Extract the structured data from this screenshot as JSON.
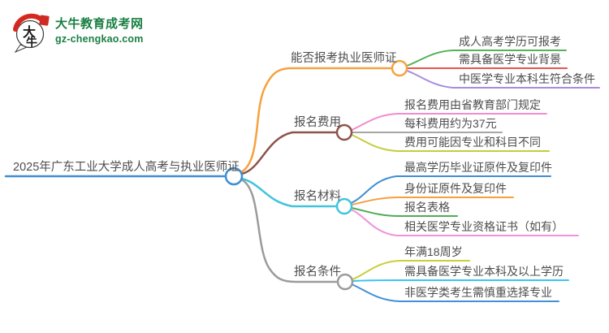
{
  "logo": {
    "title": "大牛教育成考网",
    "domain": "gz-chengkao.com",
    "brand_color": "#1a7f43",
    "icon_char_top": "大",
    "icon_char_bottom": "牛",
    "icon_arc_color": "#d6281e",
    "icon_seal_color": "#cf2b24"
  },
  "root": {
    "label": "2025年广东工业大学成人高考与执业医师证",
    "color": "#3f8fd2"
  },
  "branches": [
    {
      "label": "能否报考执业医师证",
      "color": "#f6a23d",
      "children": [
        {
          "label": "成人高考学历可报考",
          "color": "#55b259"
        },
        {
          "label": "需具备医学专业背景",
          "color": "#e85452"
        },
        {
          "label": "中医学专业本科生符合条件",
          "color": "#a98ddc"
        }
      ]
    },
    {
      "label": "报名费用",
      "color": "#8d544b",
      "children": [
        {
          "label": "报名费用由省教育部门规定",
          "color": "#f28ccd"
        },
        {
          "label": "每科费用约为37元",
          "color": "#a6a6a6"
        },
        {
          "label": "费用可能因专业和科目不同",
          "color": "#c6cc3b"
        }
      ]
    },
    {
      "label": "报名材料",
      "color": "#41c4dc",
      "children": [
        {
          "label": "最高学历毕业证原件及复印件",
          "color": "#3f8ed3"
        },
        {
          "label": "身份证原件及复印件",
          "color": "#f89e3e"
        },
        {
          "label": "报名表格",
          "color": "#4ead52"
        },
        {
          "label": "相关医学专业资格证书（如有）",
          "color": "#ef93da"
        }
      ]
    },
    {
      "label": "报名条件",
      "color": "#9b9b9b",
      "children": [
        {
          "label": "年满18周岁",
          "color": "#c9cf3b"
        },
        {
          "label": "需具备医学专业本科及以上学历",
          "color": "#3bc3f0"
        },
        {
          "label": "非医学类考生需慎重选择专业",
          "color": "#4291d6"
        }
      ]
    }
  ]
}
